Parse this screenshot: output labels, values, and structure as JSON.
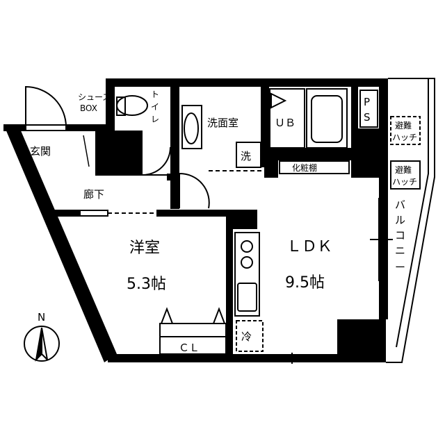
{
  "floorplan": {
    "rooms": {
      "shoe_box_line1": "シューズ",
      "shoe_box_line2": "BOX",
      "toilet": [
        "ト",
        "イ",
        "レ"
      ],
      "washroom": "洗面室",
      "washer": "洗",
      "unit_bath": "ＵＢ",
      "pipe_space": [
        "P",
        "S"
      ],
      "hatch_1": [
        "避難",
        "ハッチ"
      ],
      "hatch_2": [
        "避難",
        "ハッチ"
      ],
      "vanity_shelf": "化粧棚",
      "entrance": "玄関",
      "corridor": "廊下",
      "balcony": [
        "バ",
        "ル",
        "コ",
        "ニ",
        "ー"
      ],
      "western_room": "洋室",
      "western_room_size": "5.3帖",
      "ldk": "ＬＤＫ",
      "ldk_size": "9.5帖",
      "closet": "ＣＬ",
      "fridge": "冷"
    },
    "compass": "N"
  }
}
